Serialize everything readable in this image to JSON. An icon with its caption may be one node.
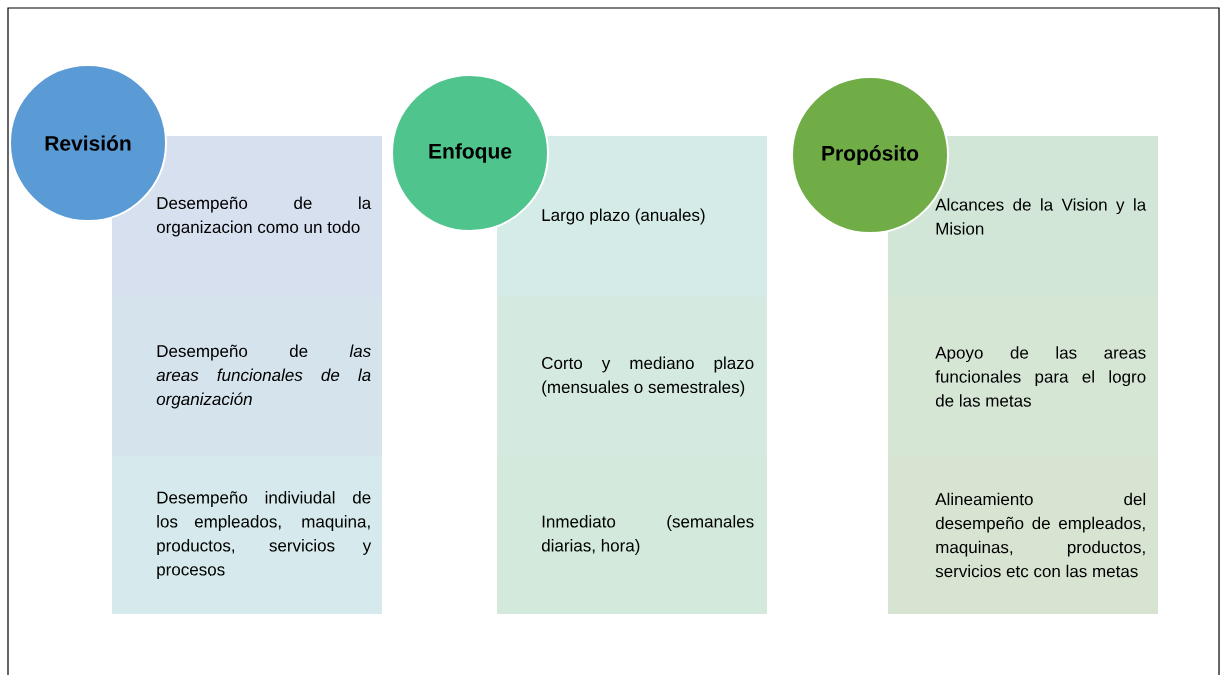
{
  "diagram": {
    "nodes": [
      {
        "text": [
          "Revisión"
        ]
      },
      {
        "text": [
          "Desempeño de la organizacion como un todo"
        ]
      },
      {
        "text": [
          "Desempeño de *las areas funcionales de la organización*"
        ]
      },
      {
        "text": [
          "Desempeño indiviudal de los empleados, maquina, productos, servicios y procesos"
        ]
      },
      {
        "text": [
          "Enfoque"
        ]
      },
      {
        "text": [
          "Largo plazo (anuales)"
        ]
      },
      {
        "text": [
          "Corto y mediano plazo (mensuales o semestrales)"
        ]
      },
      {
        "text": [
          "Inmediato (semanales diarias, hora)"
        ]
      },
      {
        "text": [
          "Propósito"
        ]
      },
      {
        "text": [
          "Alcances de la Vision y la Mision"
        ]
      },
      {
        "text": [
          "Apoyo de las areas funcionales para el logro de las metas"
        ]
      },
      {
        "text": [
          "Alineamiento del desempeño de empleados, maquinas, productos, servicios etc con las metas"
        ]
      }
    ]
  }
}
